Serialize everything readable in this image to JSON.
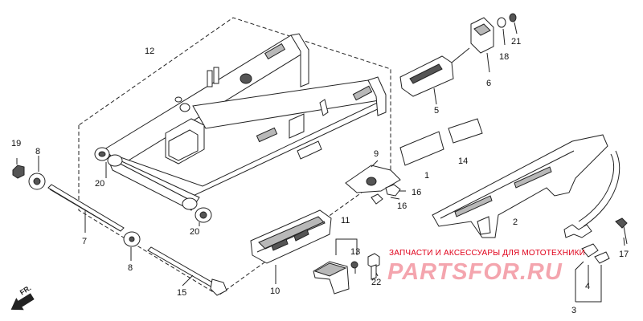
{
  "diagram": {
    "part_numbers": [
      "1",
      "2",
      "3",
      "4",
      "5",
      "6",
      "7",
      "8",
      "8",
      "9",
      "10",
      "11",
      "12",
      "13",
      "14",
      "15",
      "16",
      "16",
      "17",
      "18",
      "19",
      "20",
      "20",
      "21",
      "22"
    ]
  },
  "watermark": {
    "caption": "ЗАПЧАСТИ И АКСЕССУАРЫ ДЛЯ МОТОТЕХНИКИ",
    "logo": "PARTSFOR.RU",
    "color": "#e0001a"
  },
  "direction_marker": {
    "label": "FR."
  }
}
